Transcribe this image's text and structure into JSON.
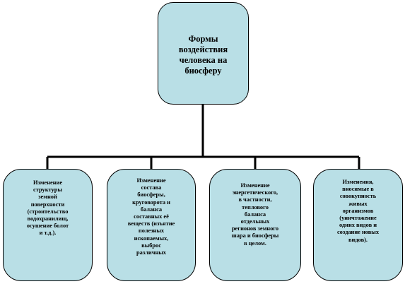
{
  "diagram": {
    "root": {
      "label": "Формы\nвоздействия\nчеловека на\nбиосферу"
    },
    "children": [
      {
        "label": "Изменение\nструктуры\nземной\nповерхности\n(строительство\nводохранилищ,\nосушение болот\nи т.д.)."
      },
      {
        "label": "Изменение\nсостава\nбиосферы,\nкруговорота и\nбаланса\nсоставных её\nвеществ (изъятие\nполезных\nископаемых,\nвыброс\nразличных"
      },
      {
        "label": "Изменение\nэнергетического,\nв частности,\nтеплового\nбаланса\nотдельных\nрегионов земного\nшара и биосферы\nв целом."
      },
      {
        "label": "Изменения,\nвносимые в\nсовокупность\nживых\nорганизмов\n(уничтожение\nодних видов и\nсоздание новых\nвидов)."
      }
    ],
    "colors": {
      "box_fill": "#b9dfe6",
      "stroke": "#000000"
    }
  }
}
